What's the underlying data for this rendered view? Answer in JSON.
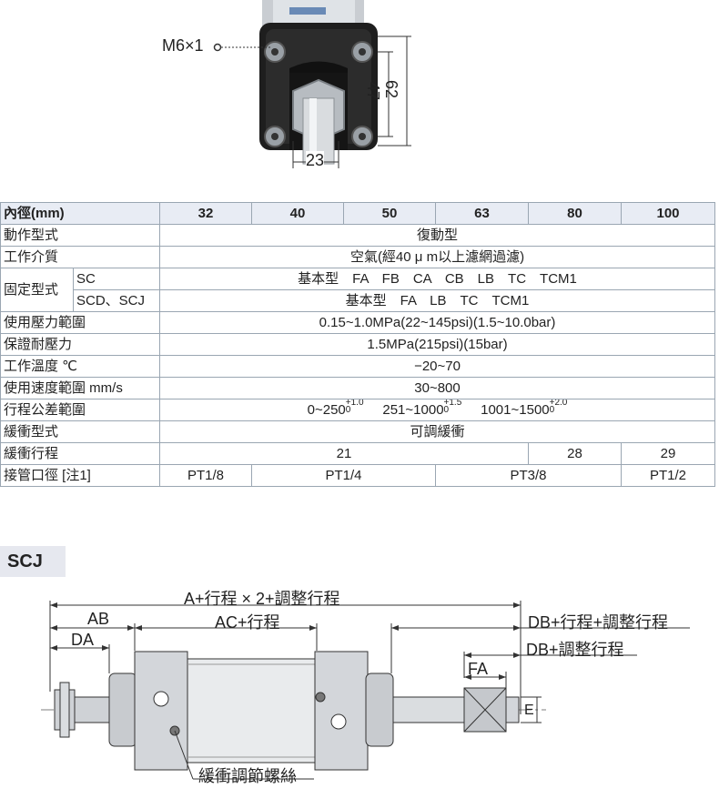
{
  "photo": {
    "thread_label": "M6×1",
    "dim_outer": "62",
    "dim_inner": "47",
    "dim_bottom": "23"
  },
  "table": {
    "header": [
      "內徑(mm)",
      "32",
      "40",
      "50",
      "63",
      "80",
      "100"
    ],
    "rows": {
      "action": {
        "label": "動作型式",
        "value": "復動型"
      },
      "medium": {
        "label": "工作介質",
        "value": "空氣(經40 μ m以上濾網過濾)"
      },
      "mount_label": "固定型式",
      "mount_sc": {
        "label": "SC",
        "value": "基本型　FA　FB　CA　CB　LB　TC　TCM1"
      },
      "mount_scd": {
        "label": "SCD、SCJ",
        "value": "基本型　FA　LB　TC　TCM1"
      },
      "pressure": {
        "label": "使用壓力範圍",
        "value": "0.15~1.0MPa(22~145psi)(1.5~10.0bar)"
      },
      "proof": {
        "label": "保證耐壓力",
        "value": "1.5MPa(215psi)(15bar)"
      },
      "temp": {
        "label": "工作溫度 ℃",
        "value": "−20~70"
      },
      "speed": {
        "label": "使用速度範圍 mm/s",
        "value": "30~800"
      },
      "stroke_tol": {
        "label": "行程公差範圍",
        "t1": "0~250",
        "t1_up": "+1.0",
        "t1_lo": "0",
        "t2": "251~1000",
        "t2_up": "+1.5",
        "t2_lo": "0",
        "t3": "1001~1500",
        "t3_up": "+2.0",
        "t3_lo": "0"
      },
      "cushion_type": {
        "label": "緩衝型式",
        "value": "可調緩衝"
      },
      "cushion_stroke": {
        "label": "緩衝行程",
        "v1": "21",
        "v2": "28",
        "v3": "29"
      },
      "port": {
        "label": "接管口徑 [注1]",
        "v1": "PT1/8",
        "v2": "PT1/4",
        "v3": "PT3/8",
        "v4": "PT1/2"
      }
    }
  },
  "section": {
    "title": "SCJ"
  },
  "diagram": {
    "dim_a": "A+行程 × 2+調整行程",
    "dim_ab": "AB",
    "dim_ac": "AC+行程",
    "dim_da": "DA",
    "dim_db1": "DB+行程+調整行程",
    "dim_db2": "DB+調整行程",
    "dim_fa": "FA",
    "dim_e": "E",
    "screw_label": "緩衝調節螺絲"
  }
}
